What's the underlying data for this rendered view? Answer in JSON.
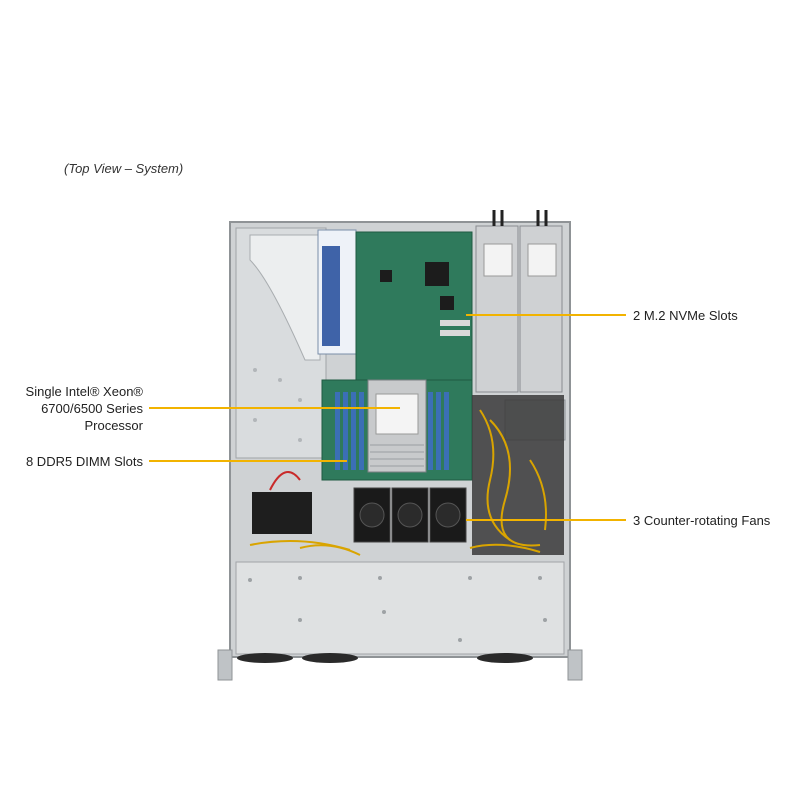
{
  "caption": "(Top View – System)",
  "callouts": {
    "nvme": "2 M.2 NVMe Slots",
    "cpu_lines": [
      "Single Intel® Xeon®",
      "6700/6500 Series",
      "Processor"
    ],
    "dimm": "8 DDR5 DIMM Slots",
    "fans": "3 Counter-rotating Fans"
  },
  "colors": {
    "leader_line": "#f2b300",
    "chassis": "#d4d6d8",
    "motherboard": "#2f7a5c",
    "dimm": "#3b6fb6"
  }
}
